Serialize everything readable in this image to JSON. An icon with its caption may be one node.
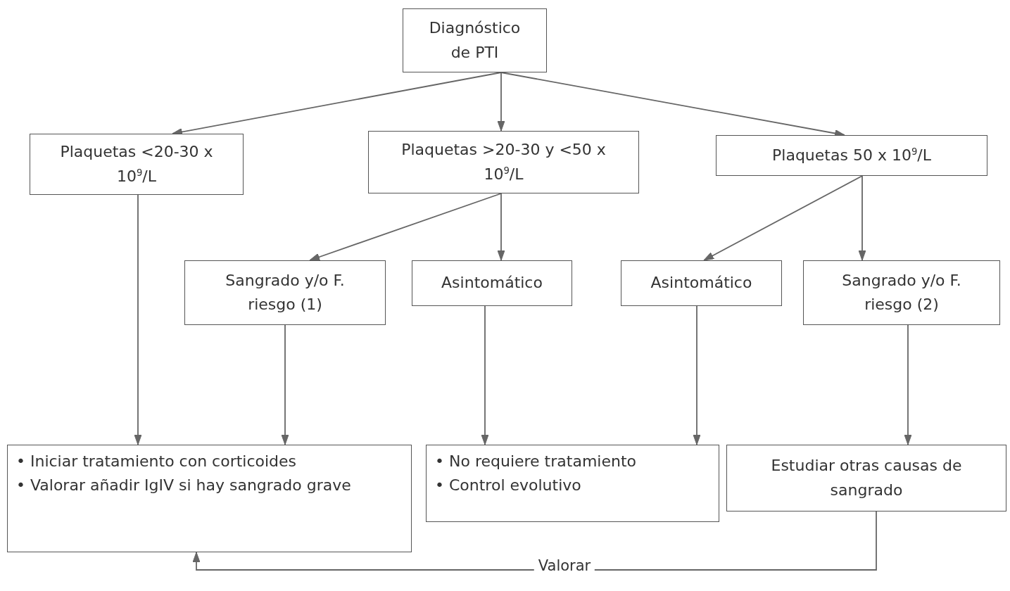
{
  "diagram": {
    "nodes": [
      {
        "text": [
          "Diagnóstico de PTI"
        ]
      },
      {
        "text": [
          "Plaquetas <20-30 x 10$^{9}$/L"
        ]
      },
      {
        "text": [
          "Plaquetas >20-30 y <50 x 10$^{9}$/L"
        ]
      },
      {
        "text": [
          "Plaquetas 50 x 10$^{9}$/L"
        ]
      },
      {
        "text": [
          "Sangrado y/o F. riesgo (1)"
        ]
      },
      {
        "text": [
          "Asintomático"
        ]
      },
      {
        "text": [
          "Asintomático"
        ]
      },
      {
        "text": [
          "Sangrado y/o F. riesgo (2)"
        ]
      },
      {
        "text": [
          "• Iniciar tratamiento con corticoides",
          "• Valorar añadir IgIV si hay sangrado grave"
        ]
      },
      {
        "text": [
          "• No requiere tratamiento",
          "• Control evolutivo"
        ]
      },
      {
        "text": [
          "Estudiar otras causas de sangrado"
        ]
      }
    ],
    "edges": [
      {
        "from": 0,
        "to": 1,
        "arrow": "to"
      },
      {
        "from": 0,
        "to": 2,
        "arrow": "to"
      },
      {
        "from": 0,
        "to": 3,
        "arrow": "to"
      },
      {
        "from": 2,
        "to": 4,
        "arrow": "to"
      },
      {
        "from": 2,
        "to": 5,
        "arrow": "to"
      },
      {
        "from": 3,
        "to": 6,
        "arrow": "to"
      },
      {
        "from": 3,
        "to": 7,
        "arrow": "to"
      },
      {
        "from": 1,
        "to": 8,
        "arrow": "to"
      },
      {
        "from": 4,
        "to": 8,
        "arrow": "to"
      },
      {
        "from": 5,
        "to": 9,
        "arrow": "to"
      },
      {
        "from": 6,
        "to": 9,
        "arrow": "to"
      },
      {
        "from": 7,
        "to": 10,
        "arrow": "to"
      },
      {
        "from": 10,
        "to": 8,
        "arrow": "to",
        "label": "Valorar"
      }
    ]
  }
}
